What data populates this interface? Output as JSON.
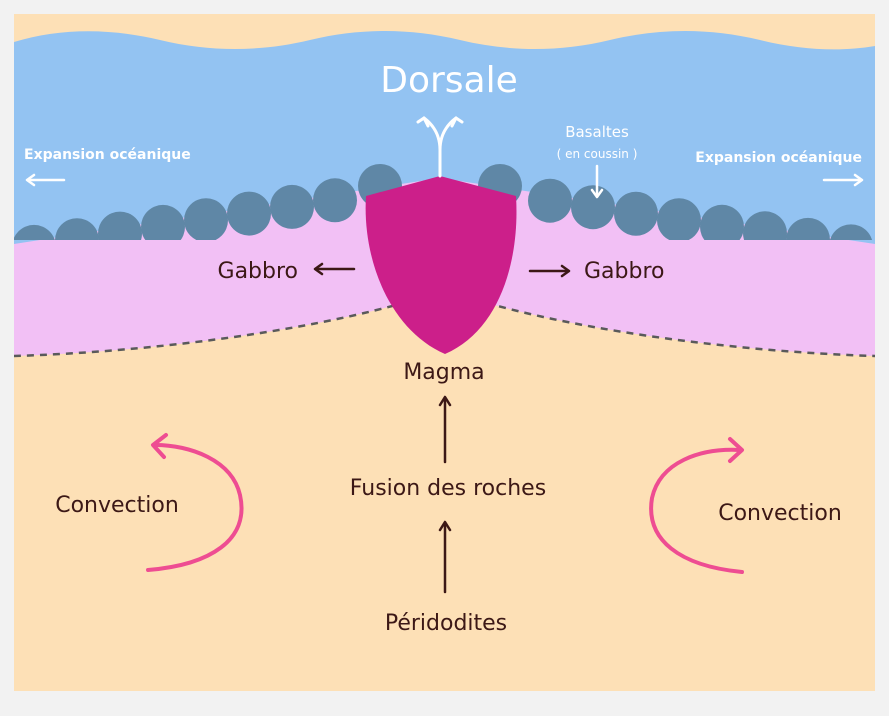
{
  "title": "Dorsale",
  "labels": {
    "expansion_left": "Expansion océanique",
    "expansion_right": "Expansion océanique",
    "basaltes": "Basaltes",
    "basaltes_sub": "( en coussin )",
    "gabbro_left": "Gabbro",
    "gabbro_right": "Gabbro",
    "magma": "Magma",
    "fusion": "Fusion des roches",
    "peridodites": "Péridodites",
    "convection_left": "Convection",
    "convection_right": "Convection"
  },
  "colors": {
    "ocean": "#93c3f2",
    "pillow": "#5f87a6",
    "gabbro_layer": "#f2c0f5",
    "mantle": "#fde0b6",
    "magma": "#cc1f8a",
    "convection_arrow": "#ee4d92",
    "text_dark": "#3c1816",
    "text_white": "#ffffff"
  }
}
